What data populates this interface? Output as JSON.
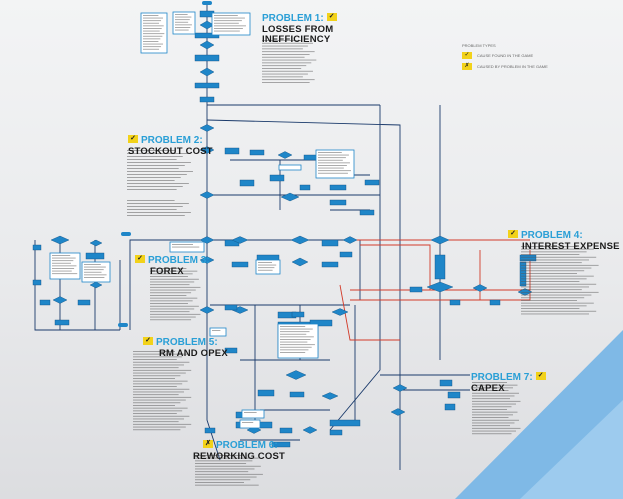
{
  "legend": {
    "title": "PROBLEM TYPES",
    "items": [
      {
        "icon": "check-icon",
        "label": "CAUSE FOUND IN THE GAME"
      },
      {
        "icon": "cross-icon",
        "label": "CAUSED BY PROBLEM IN THE GAME"
      }
    ]
  },
  "problems": [
    {
      "num": "PROBLEM 1:",
      "name1": "LOSSES FROM",
      "name2": "INEFFICIENCY",
      "badge": "✓"
    },
    {
      "num": "PROBLEM 2:",
      "name1": "STOCKOUT COST",
      "name2": "",
      "badge": "✓"
    },
    {
      "num": "PROBLEM 3:",
      "name1": "FOREX",
      "name2": "",
      "badge": "✓"
    },
    {
      "num": "PROBLEM 4:",
      "name1": "INTEREST EXPENSE",
      "name2": "",
      "badge": "✓"
    },
    {
      "num": "PROBLEM 5:",
      "name1": "RM AND OPEX",
      "name2": "",
      "badge": "✓"
    },
    {
      "num": "PROBLEM 6:",
      "name1": "REWORKING COST",
      "name2": "",
      "badge": "✗"
    },
    {
      "num": "PROBLEM 7:",
      "name1": "CAPEX",
      "name2": "",
      "badge": "✓"
    }
  ],
  "colors": {
    "flow": "#1a3a6b",
    "node": "#1f86c8",
    "redflow": "#d23b2a",
    "accent": "#2a9fd6",
    "badge": "#f2d21a"
  }
}
